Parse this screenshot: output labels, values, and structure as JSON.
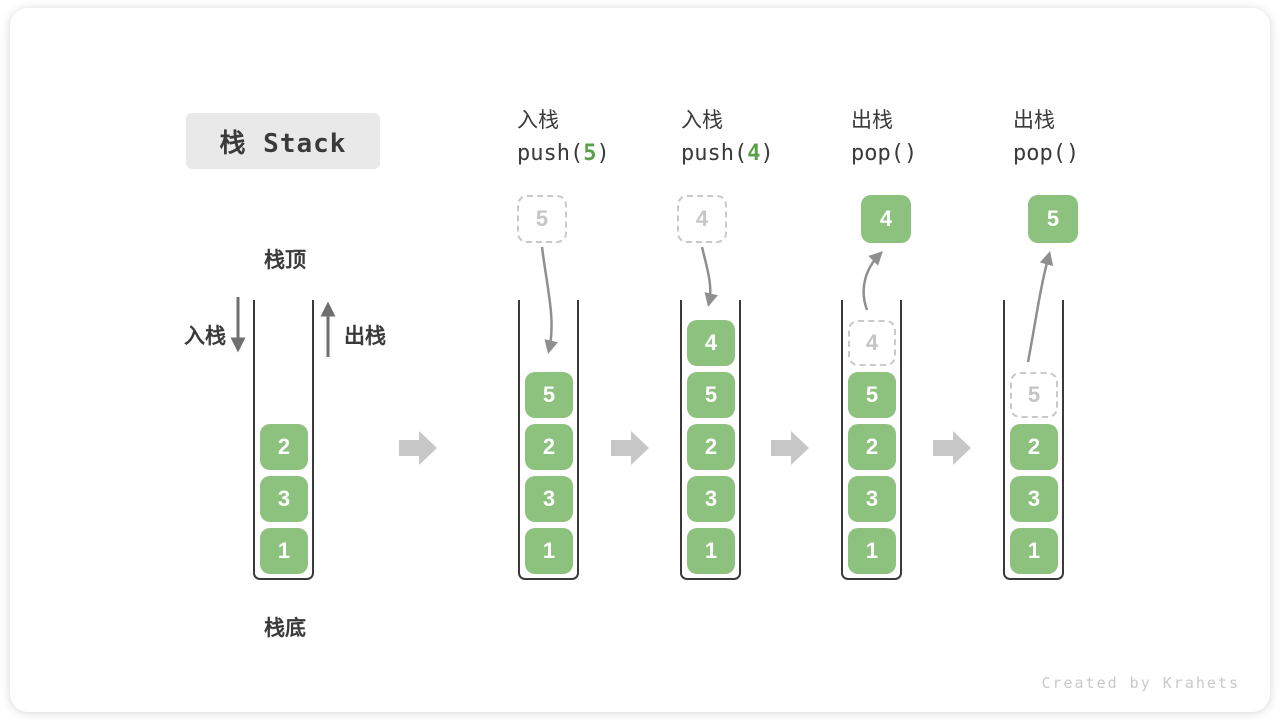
{
  "title": "栈 Stack",
  "labels": {
    "stack_top": "栈顶",
    "stack_bottom": "栈底",
    "push": "入栈",
    "pop": "出栈"
  },
  "operations": [
    {
      "label": "入栈",
      "code_pre": "push(",
      "arg": "5",
      "code_post": ")",
      "float": {
        "value": "5",
        "kind": "dashed"
      }
    },
    {
      "label": "入栈",
      "code_pre": "push(",
      "arg": "4",
      "code_post": ")",
      "float": {
        "value": "4",
        "kind": "dashed"
      }
    },
    {
      "label": "出栈",
      "code_pre": "pop(",
      "arg": "",
      "code_post": ")",
      "float": {
        "value": "4",
        "kind": "solid"
      }
    },
    {
      "label": "出栈",
      "code_pre": "pop(",
      "arg": "",
      "code_post": ")",
      "float": {
        "value": "5",
        "kind": "solid"
      }
    }
  ],
  "stacks": [
    {
      "name": "initial",
      "cells": [
        {
          "v": "2",
          "kind": "solid"
        },
        {
          "v": "3",
          "kind": "solid"
        },
        {
          "v": "1",
          "kind": "solid"
        }
      ]
    },
    {
      "name": "after-push-5",
      "cells": [
        {
          "v": "5",
          "kind": "solid"
        },
        {
          "v": "2",
          "kind": "solid"
        },
        {
          "v": "3",
          "kind": "solid"
        },
        {
          "v": "1",
          "kind": "solid"
        }
      ]
    },
    {
      "name": "after-push-4",
      "cells": [
        {
          "v": "4",
          "kind": "solid"
        },
        {
          "v": "5",
          "kind": "solid"
        },
        {
          "v": "2",
          "kind": "solid"
        },
        {
          "v": "3",
          "kind": "solid"
        },
        {
          "v": "1",
          "kind": "solid"
        }
      ]
    },
    {
      "name": "after-pop-4",
      "cells": [
        {
          "v": "4",
          "kind": "dashed"
        },
        {
          "v": "5",
          "kind": "solid"
        },
        {
          "v": "2",
          "kind": "solid"
        },
        {
          "v": "3",
          "kind": "solid"
        },
        {
          "v": "1",
          "kind": "solid"
        }
      ]
    },
    {
      "name": "after-pop-5",
      "cells": [
        {
          "v": "5",
          "kind": "dashed"
        },
        {
          "v": "2",
          "kind": "solid"
        },
        {
          "v": "3",
          "kind": "solid"
        },
        {
          "v": "1",
          "kind": "solid"
        }
      ]
    }
  ],
  "watermark": "Created by Krahets",
  "colors": {
    "block_green": "#8CC17E",
    "arg_green": "#5AA04B",
    "title_bg": "#E9E9E9",
    "text_dark": "#3A3A3A",
    "curve_arrow_gray": "#8F8F8F",
    "straight_arrow_gray": "#6F6F6F",
    "transition_arrow_gray": "#C7C7C7",
    "dashed_border_gray": "#C9C9C9",
    "watermark_gray": "#C9C9C9"
  }
}
